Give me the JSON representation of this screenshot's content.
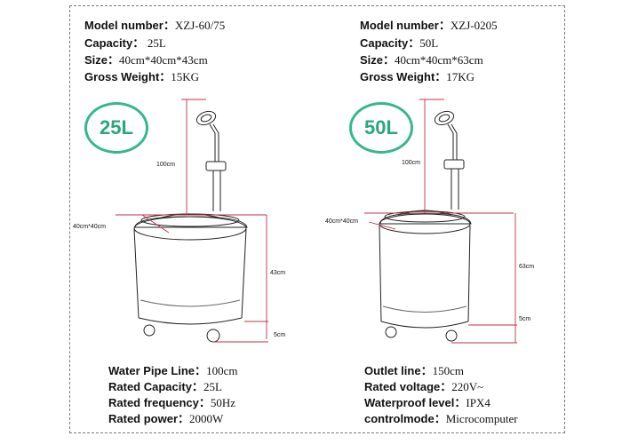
{
  "left_model": {
    "specs": [
      {
        "label": "Model number",
        "sep": "：",
        "value": "XZJ-60/75"
      },
      {
        "label": "Capacity",
        "sep": "： ",
        "value": "25L"
      },
      {
        "label": "Size",
        "sep": "：",
        "value": "40cm*40cm*43cm"
      },
      {
        "label": "Gross Weight",
        "sep": "：",
        "value": "15KG"
      }
    ],
    "badge": "25L",
    "dims": {
      "height": "100cm",
      "width": "40cm*40cm",
      "body": "43cm",
      "base": "5cm"
    },
    "features": [
      {
        "label": "Water Pipe Line",
        "sep": "：",
        "value": "100cm"
      },
      {
        "label": "Rated Capacity",
        "sep": "：",
        "value": "25L"
      },
      {
        "label": "Rated frequency",
        "sep": "：",
        "value": "50Hz"
      },
      {
        "label": "Rated power",
        "sep": "：",
        "value": "2000W"
      }
    ]
  },
  "right_model": {
    "specs": [
      {
        "label": "Model number",
        "sep": "：",
        "value": "XZJ-0205"
      },
      {
        "label": "Capacity",
        "sep": "：",
        "value": "50L"
      },
      {
        "label": "Size",
        "sep": "：",
        "value": "40cm*40cm*63cm"
      },
      {
        "label": "Gross Weight",
        "sep": "：",
        "value": "17KG"
      }
    ],
    "badge": "50L",
    "dims": {
      "height": "100cm",
      "width": "40cm*40cm",
      "body": "63cm",
      "base": "5cm"
    },
    "features": [
      {
        "label": "Outlet line",
        "sep": "：",
        "value": "150cm"
      },
      {
        "label": "Rated voltage",
        "sep": "：",
        "value": "220V~"
      },
      {
        "label": "Waterproof level",
        "sep": "：",
        "value": "IPX4"
      },
      {
        "label": "controlmode",
        "sep": "：",
        "value": "Microcomputer"
      }
    ]
  },
  "colors": {
    "badge": "#34b98a",
    "dimension_line": "#c0304a",
    "frame": "#7a7a7a"
  }
}
